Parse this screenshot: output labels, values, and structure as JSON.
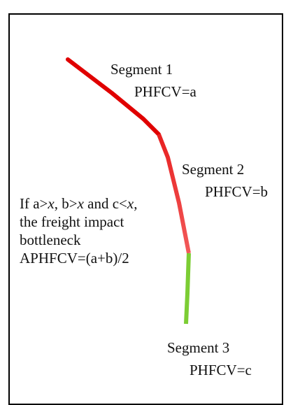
{
  "segments": [
    {
      "label": "Segment 1",
      "value": "PHFCV=a",
      "color": "#e00000"
    },
    {
      "label": "Segment 2",
      "value": "PHFCV=b",
      "color": "#f05454"
    },
    {
      "label": "Segment 3",
      "value": "PHFCV=c",
      "color": "#7ccd34"
    }
  ],
  "condition": {
    "line1_pre": "If a>",
    "var": "x",
    "line1_mid": ", b>",
    "line1_mid2": " and c<",
    "line1_end": ",",
    "line2": "the freight impact",
    "line3": "bottleneck",
    "line4": "APHFCV=(a+b)/2"
  }
}
